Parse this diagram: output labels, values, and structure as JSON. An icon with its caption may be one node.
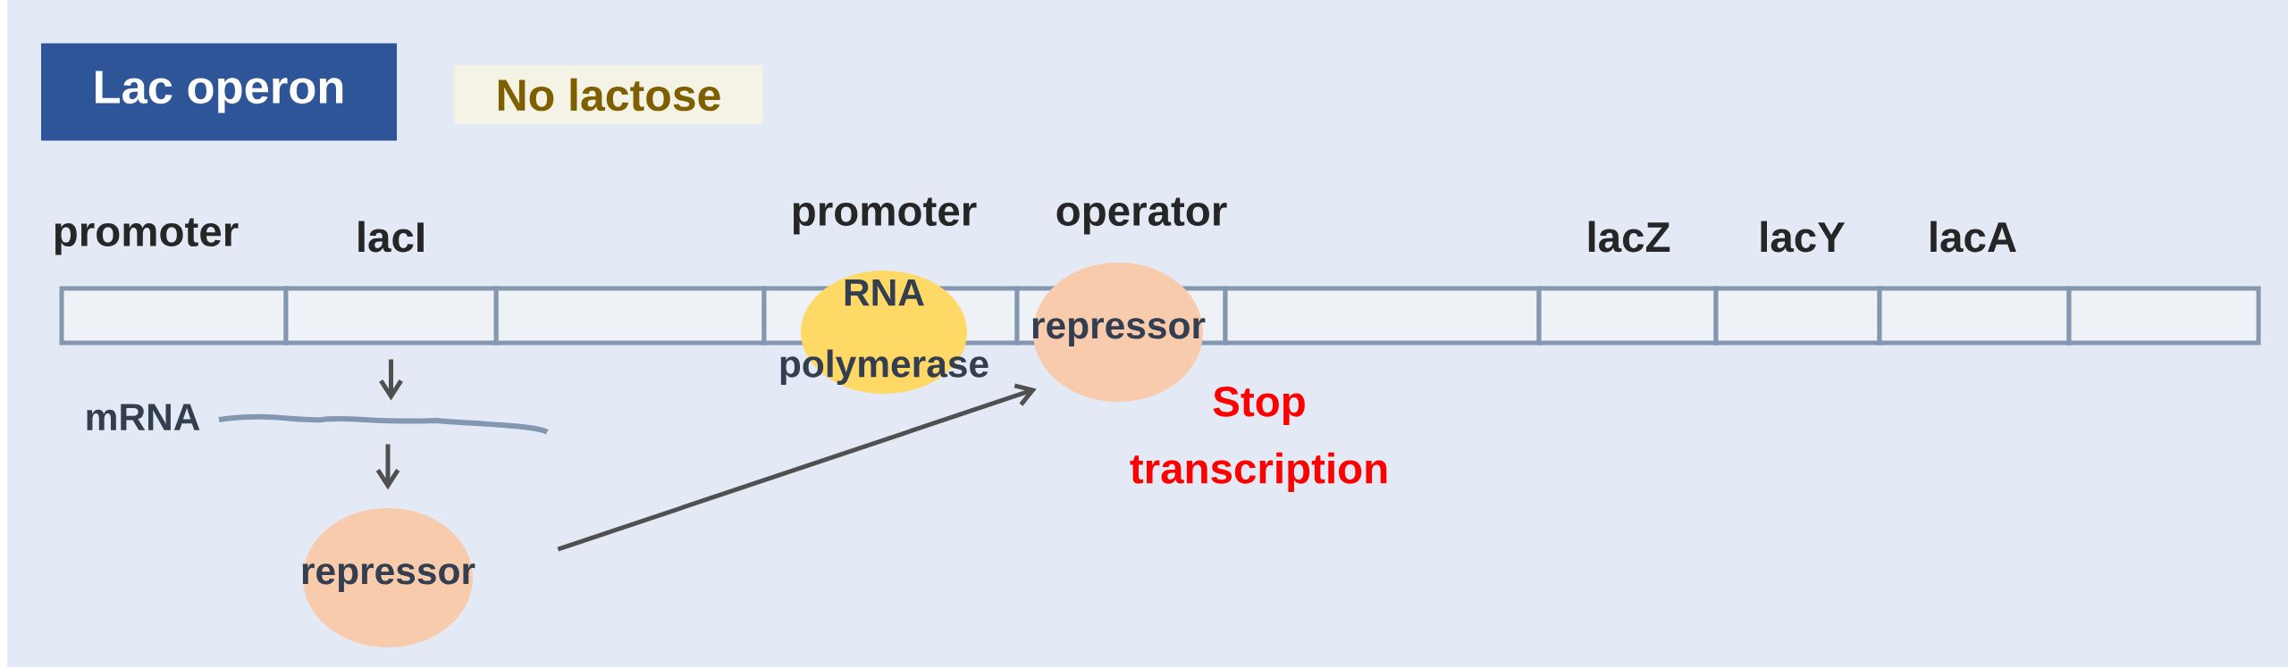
{
  "diagram": {
    "nodes": [
      {
        "text": [
          "Lac operon"
        ]
      },
      {
        "text": [
          "No lactose"
        ]
      },
      {
        "text": [
          "lacI"
        ]
      },
      {
        "text": [
          "RNA polymerase"
        ]
      },
      {
        "text": [
          "repressor"
        ]
      },
      {
        "text": [],
        "shape": "picture",
        "beside": [
          "mRNA"
        ]
      },
      {
        "text": [
          "repressor"
        ]
      }
    ],
    "edges": [
      {
        "from": 2,
        "to": 5,
        "arrow": "to"
      },
      {
        "from": 5,
        "to": 6,
        "arrow": "to"
      },
      {
        "from": 6,
        "to": 4,
        "arrow": "to"
      }
    ],
    "labels": [
      "promoter",
      "promoter",
      "operator",
      "lacZ",
      "lacY",
      "lacA",
      "Stop transcription"
    ]
  }
}
